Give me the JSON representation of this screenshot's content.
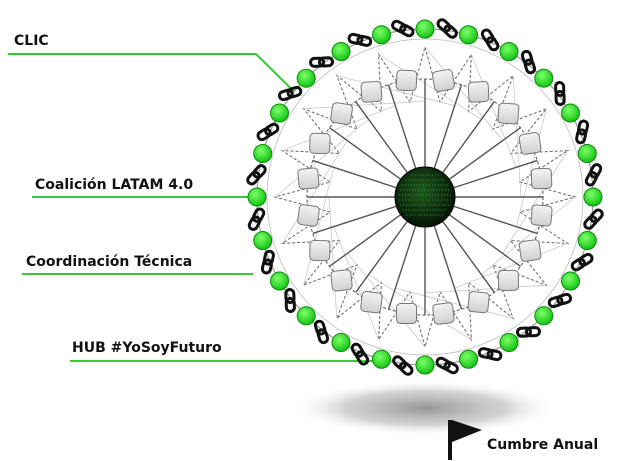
{
  "labels": {
    "clic": "CLIC",
    "coalicion": "Coalición LATAM 4.0",
    "coordinacion": "Coordinación Técnica",
    "hub": "HUB #YoSoyFuturo",
    "cumbre": "Cumbre Anual"
  },
  "colors": {
    "green_node": "#22dd22",
    "green_line": "#33cc33",
    "chain": "#111111",
    "box_fill": "#e6e6e6",
    "box_stroke": "#777777",
    "hub_core": "#0b2a0b"
  },
  "icons": {
    "flag": "flag-icon",
    "chain_link": "chain-link-icon",
    "globe": "globe-icon"
  },
  "structure": {
    "outer_green_nodes": 24,
    "chain_links": 24,
    "inner_boxes": 20,
    "star_points": 20
  }
}
